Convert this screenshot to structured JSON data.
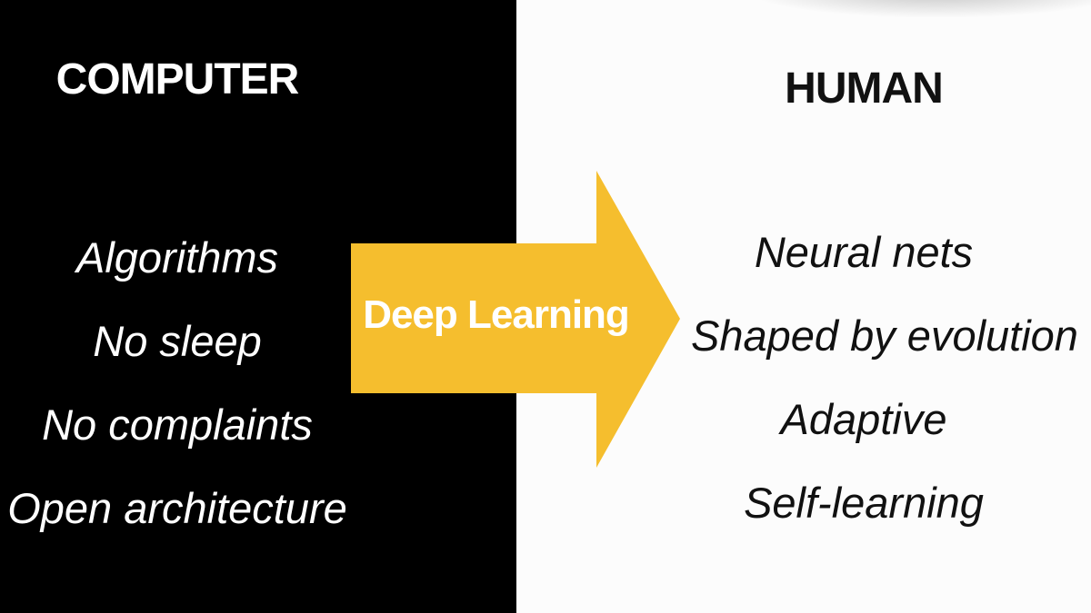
{
  "computer": {
    "title": "COMPUTER",
    "items": [
      "Algorithms",
      "No sleep",
      "No complaints",
      "Open architecture"
    ]
  },
  "human": {
    "title": "HUMAN",
    "items": [
      "Neural nets",
      "Shaped by evolution",
      "Adaptive",
      "Self-learning"
    ]
  },
  "arrow": {
    "label": "Deep Learning",
    "color": "#F5BE2E"
  }
}
